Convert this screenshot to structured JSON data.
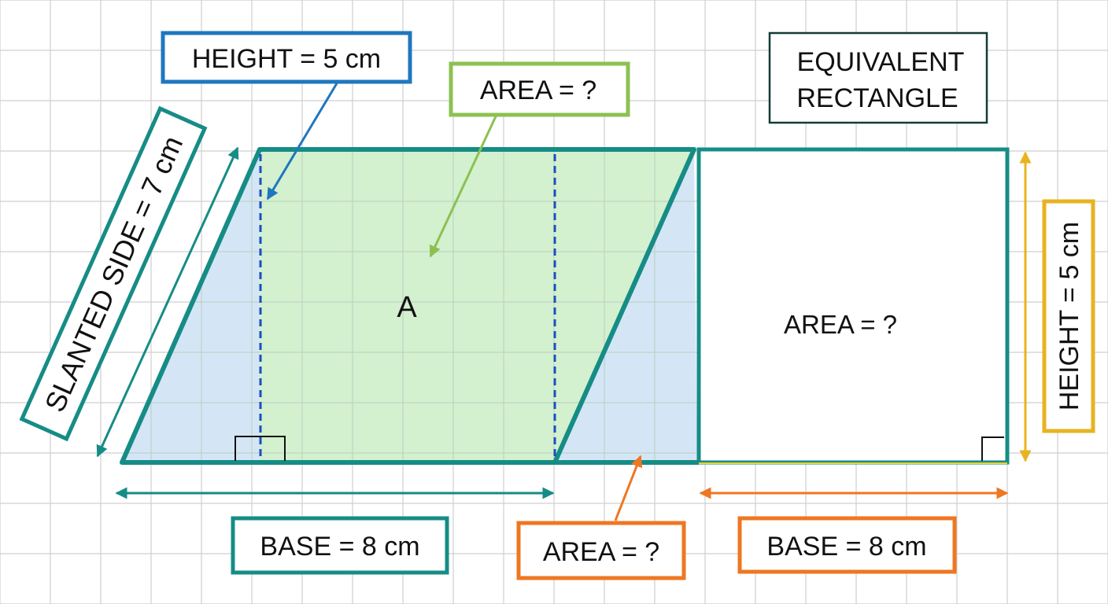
{
  "labels": {
    "height_top": "HEIGHT = 5 cm",
    "area_top": "AREA = ?",
    "equivalent": [
      "EQUIVALENT",
      "RECTANGLE"
    ],
    "slanted_side": "SLANTED SIDE = 7 cm",
    "region_a": "A",
    "rect_area": "AREA = ?",
    "height_right": "HEIGHT = 5 cm",
    "base_left": "BASE = 8 cm",
    "area_bottom": "AREA = ?",
    "base_right": "BASE = 8 cm"
  },
  "colors": {
    "teal": "#168c86",
    "blue": "#1f77bf",
    "dash_blue": "#1a4fbf",
    "green": "#8cc152",
    "orange": "#ee7722",
    "yellow": "#e8b320",
    "dark_teal": "#123d37",
    "green_fill": "#d3f0cf",
    "blue_fill": "#d4e6f5",
    "grid": "#cfcfcf"
  }
}
